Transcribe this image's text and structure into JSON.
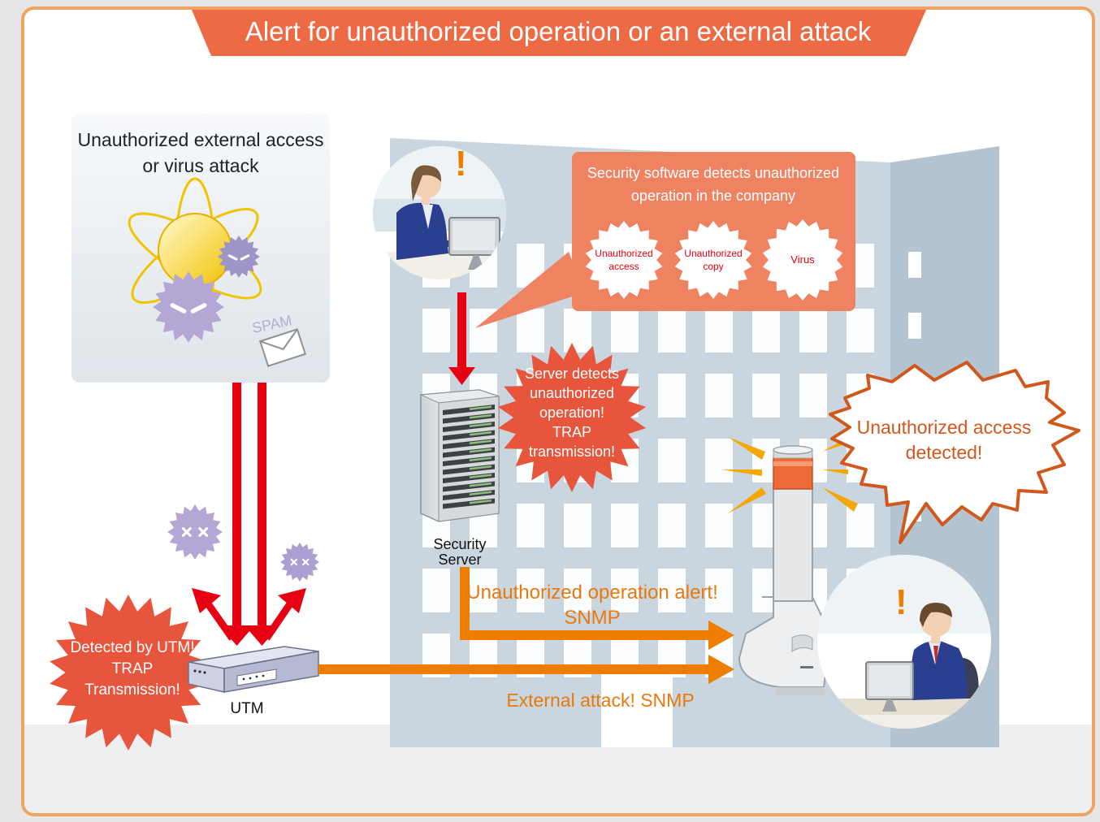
{
  "title": "Alert for unauthorized operation or an external attack",
  "external_box": {
    "line1": "Unauthorized external access",
    "line2": "or virus attack",
    "spam_label": "SPAM"
  },
  "security_callout": {
    "line1": "Security software detects unauthorized",
    "line2": "operation in the company",
    "bursts": [
      {
        "line1": "Unauthorized",
        "line2": "access"
      },
      {
        "line1": "Unauthorized",
        "line2": "copy"
      },
      {
        "line1": "Virus",
        "line2": ""
      }
    ]
  },
  "server_burst": {
    "lines": [
      "Server detects",
      "unauthorized",
      "operation!",
      "TRAP",
      "transmission!"
    ]
  },
  "server_label": {
    "line1": "Security",
    "line2": "Server"
  },
  "utm_burst": {
    "lines": [
      "Detected by UTM!",
      "TRAP",
      "Transmission!"
    ]
  },
  "utm_label": "UTM",
  "alert_operation": {
    "line1": "Unauthorized operation alert!",
    "line2": "SNMP"
  },
  "alert_external": "External attack!  SNMP",
  "speech": {
    "line1": "Unauthorized access",
    "line2": "detected!"
  },
  "exclamation": "!",
  "colors": {
    "title_bar": "#ec6b45",
    "frame": "#f0a461",
    "red_arrow": "#e60012",
    "orange_arrow": "#ee7d00",
    "orange_text": "#e8790c",
    "burst_red": "#e8553d",
    "callout": "#ef8260",
    "building": "#c9d6df",
    "speech_border": "#d1581c"
  }
}
